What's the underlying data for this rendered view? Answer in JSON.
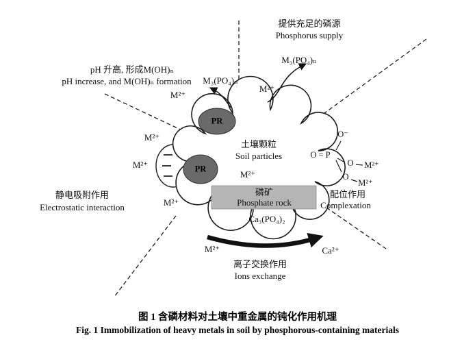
{
  "figure": {
    "caption_zh": "图 1  含磷材料对土壤中重金属的钝化作用机理",
    "caption_en": "Fig. 1  Immobilization of heavy metals in soil by phosphorous-containing materials"
  },
  "mechanisms": {
    "supply": {
      "zh": "提供充足的磷源",
      "en": "Phosphorus supply"
    },
    "ph": {
      "zh": "pH 升高, 形成M(OH)ₙ",
      "en": "pH increase, and M(OH)ₙ formation"
    },
    "electrostatic": {
      "zh": "静电吸附作用",
      "en": "Electrostatic interaction"
    },
    "complexation": {
      "zh": "配位作用",
      "en": "Complexation"
    },
    "ion_exchange": {
      "zh": "离子交换作用",
      "en": "Ions exchange"
    }
  },
  "soil_particle": {
    "zh": "土壤颗粒",
    "en": "Soil particles"
  },
  "phosphate_rock": {
    "zh": "磷矿",
    "en": "Phosphate rock",
    "abbr": "PR"
  },
  "species": {
    "m_ion": "M²⁺",
    "ca_ion": "Ca²⁺",
    "m_phosphate": "M₃(PO₄)ₙ",
    "ca_phosphate": "Ca₃(PO₄)₂",
    "o_minus": "O⁻",
    "o": "O",
    "o_double_p": "O = P"
  }
}
